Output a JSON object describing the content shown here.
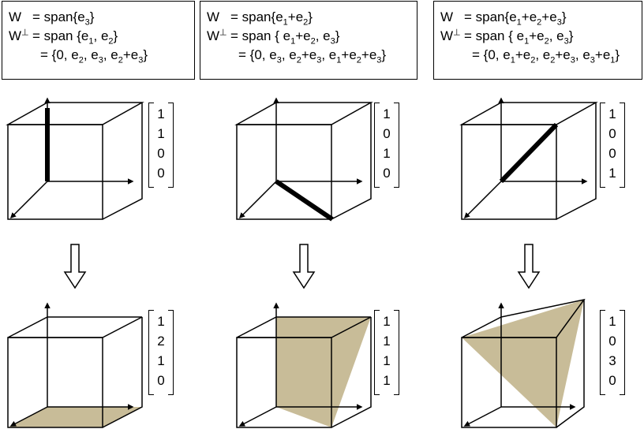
{
  "panels": [
    {
      "w_label": "W",
      "w_def": "= span{e3}",
      "wperp_label": "W⊥",
      "wperp_def": "= span {e1, e2}",
      "wperp_set": "= {0, e2, e3, e2+e3}",
      "vector_top": [
        "1",
        "1",
        "0",
        "0"
      ],
      "vector_bottom": [
        "1",
        "2",
        "1",
        "0"
      ]
    },
    {
      "w_label": "W",
      "w_def": "= span{e1+e2}",
      "wperp_label": "W⊥",
      "wperp_def": "= span { e1+e2, e3}",
      "wperp_set": "= {0, e3, e2+e3, e1+e2+e3}",
      "vector_top": [
        "1",
        "0",
        "1",
        "0"
      ],
      "vector_bottom": [
        "1",
        "1",
        "1",
        "1"
      ]
    },
    {
      "w_label": "W",
      "w_def": "= span{e1+e2+e3}",
      "wperp_label": "W⊥",
      "wperp_def": "= span { e1+e2, e3}",
      "wperp_set": "= {0, e1+e2, e2+e3, e3+e1}",
      "vector_top": [
        "1",
        "0",
        "0",
        "1"
      ],
      "vector_bottom": [
        "1",
        "0",
        "3",
        "0"
      ]
    }
  ],
  "colors": {
    "fill": "#c8bc98",
    "stroke": "#000000"
  }
}
